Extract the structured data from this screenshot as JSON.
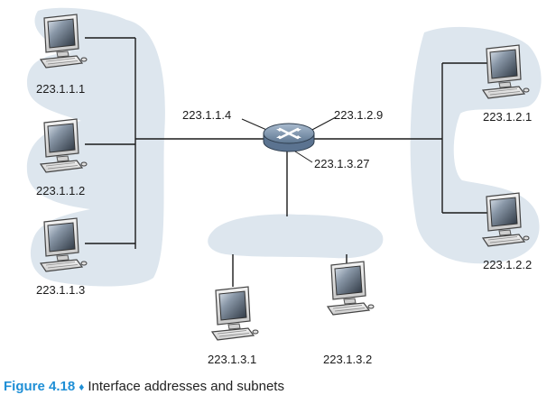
{
  "figure": {
    "number": "Figure 4.18",
    "separator": "♦",
    "title": "Interface addresses and subnets"
  },
  "colors": {
    "subnet_fill": "#dde6ee",
    "link": "#1a1a1a",
    "caption_accent": "#1f8fd6",
    "router_body": "#7f97b2"
  },
  "router": {
    "icon": "router-icon",
    "interfaces": [
      "223.1.1.4",
      "223.1.2.9",
      "223.1.3.27"
    ]
  },
  "subnets": [
    {
      "name": "subnet-223-1-1",
      "hosts": [
        "223.1.1.1",
        "223.1.1.2",
        "223.1.1.3"
      ]
    },
    {
      "name": "subnet-223-1-2",
      "hosts": [
        "223.1.2.1",
        "223.1.2.2"
      ]
    },
    {
      "name": "subnet-223-1-3",
      "hosts": [
        "223.1.3.1",
        "223.1.3.2"
      ]
    }
  ],
  "host_icon": "computer-icon"
}
